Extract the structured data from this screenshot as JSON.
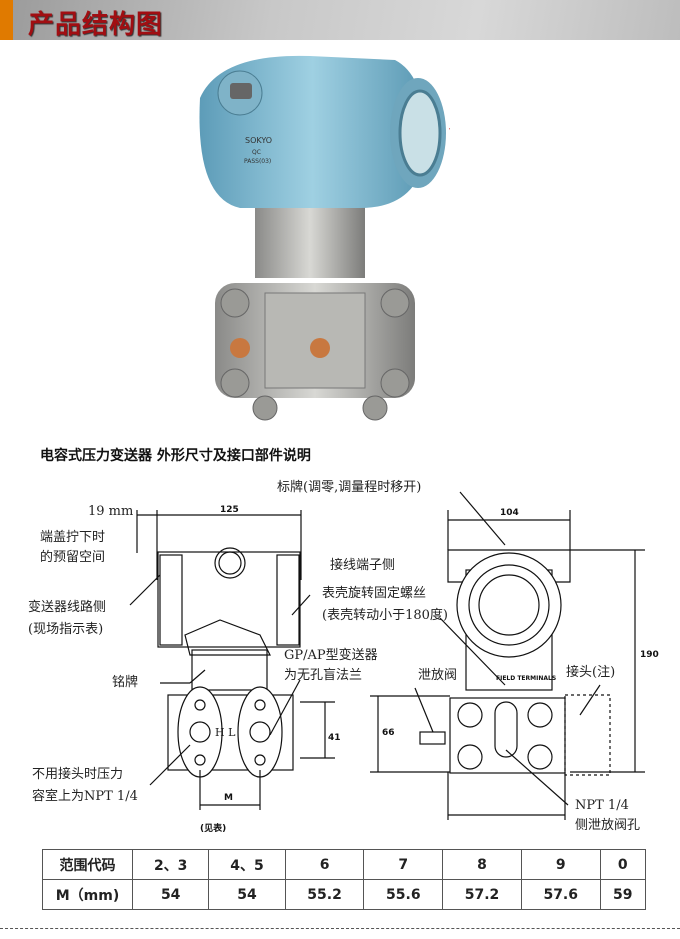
{
  "header": {
    "title": "产品结构图",
    "accent": "#e07a00",
    "title_color": "#a10e12"
  },
  "photo": {
    "label_brand": "SOKYO",
    "label_qc": "QC",
    "label_pass": "PASS(03)"
  },
  "subtitle": "电容式压力变送器 外形尺寸及接口部件说明",
  "diagram": {
    "labels": {
      "nameplate_top": "标牌(调零,调量程时移开)",
      "clearance_dim": "19 mm",
      "clearance_1": "端盖拧下时",
      "clearance_2": "的预留空间",
      "circuit_side_1": "变送器线路侧",
      "circuit_side_2": "(现场指示表)",
      "terminal_side": "接线端子侧",
      "rotation_1": "表壳旋转固定螺丝",
      "rotation_2": "(表壳转动小于180度)",
      "nameplate": "铭牌",
      "gp_ap_1": "GP/AP型变送器",
      "gp_ap_2": "为无孔盲法兰",
      "vent_valve": "泄放阀",
      "connector": "接头(注)",
      "npt_chamber_1": "不用接头时压力",
      "npt_chamber_2": "容室上为NPT 1/4",
      "npt_side_1": "NPT 1/4",
      "npt_side_2": "侧泄放阀孔",
      "hl": "H L",
      "field_terminals": "FIELD TERMINALS",
      "see_table": "(见表)"
    },
    "dims": {
      "width_front": "125",
      "width_side": "104",
      "height_total": "190",
      "flange_height": "66",
      "port_spacing": "41",
      "m": "M"
    }
  },
  "table": {
    "row1_header": "范围代码",
    "codes": [
      "2、3",
      "4、5",
      "6",
      "7",
      "8",
      "9",
      "0"
    ],
    "row2_header": "M（mm)",
    "m_values": [
      "54",
      "54",
      "55.2",
      "55.6",
      "57.2",
      "57.6",
      "59"
    ]
  }
}
